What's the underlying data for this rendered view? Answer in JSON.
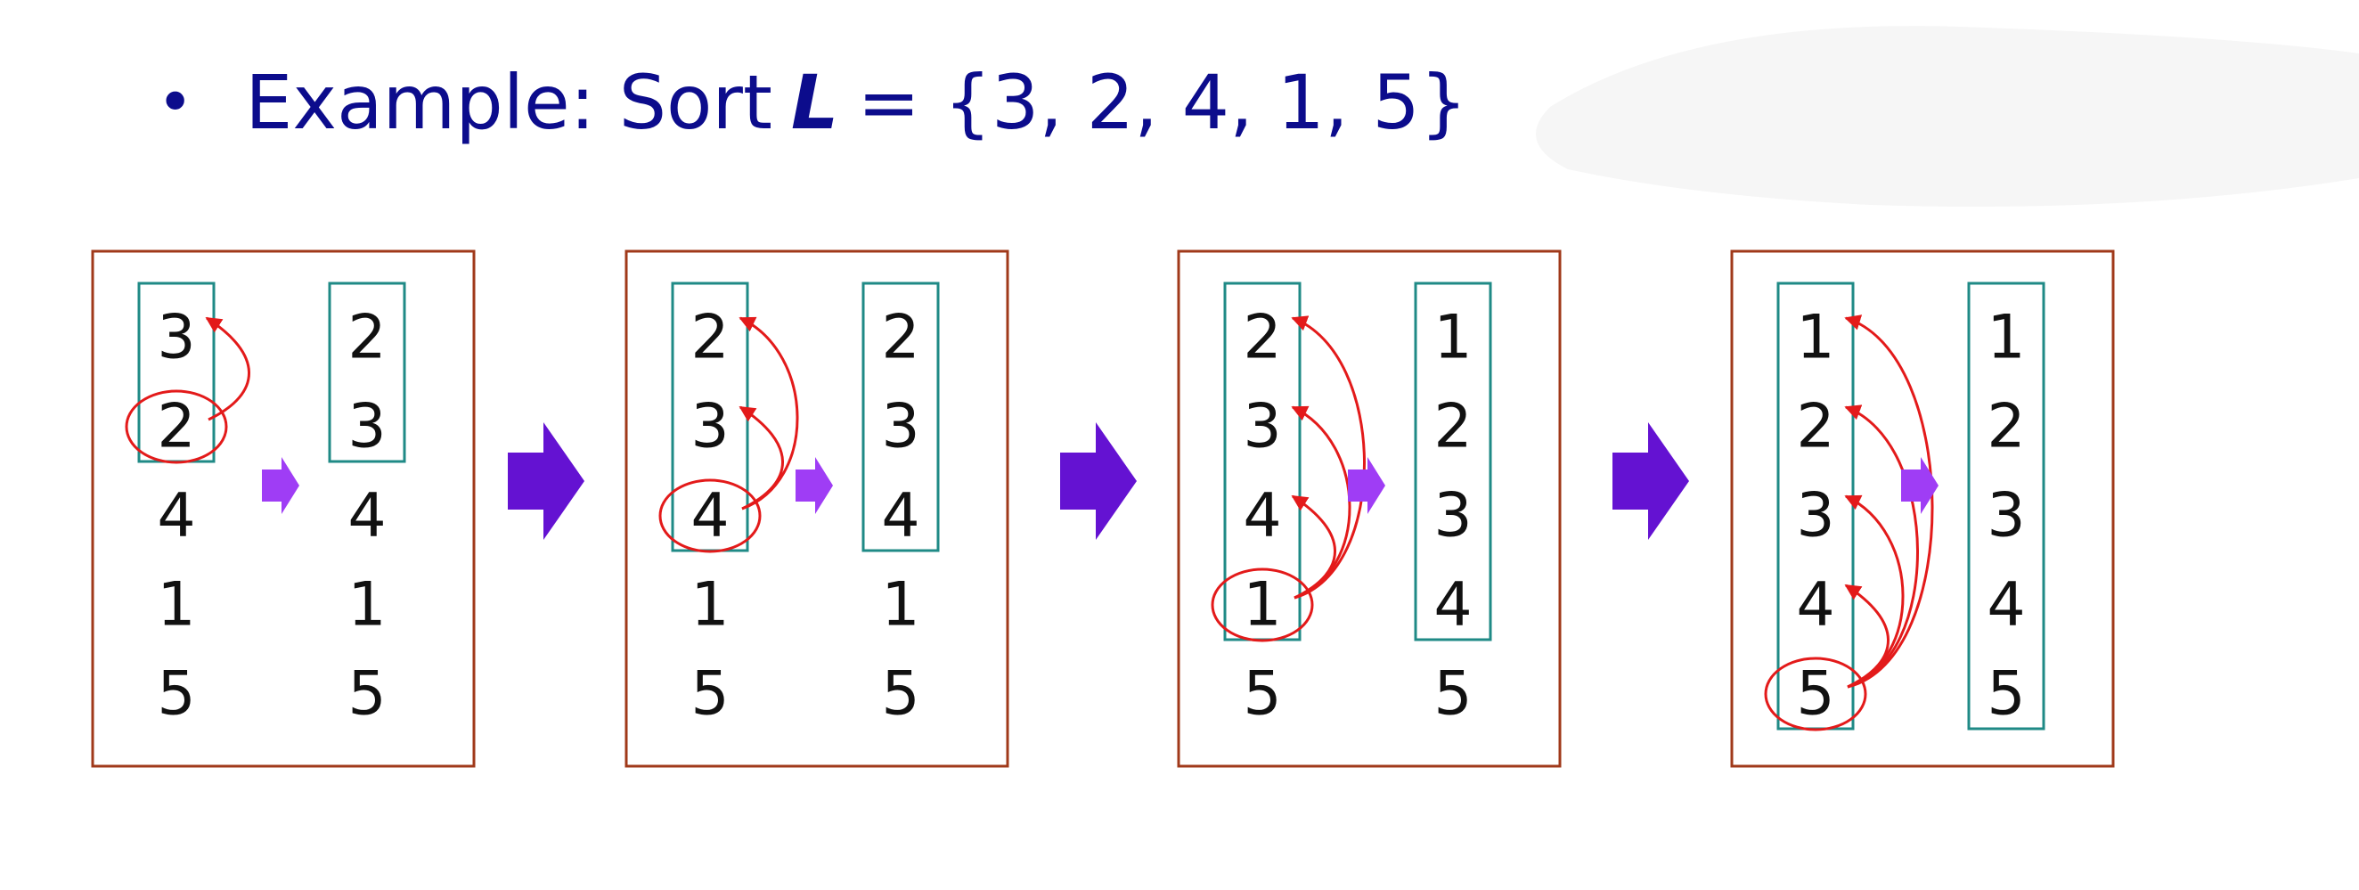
{
  "slide": {
    "bullet": "•",
    "title_prefix": "Example: Sort",
    "title_var": "L",
    "title_suffix": "= {3, 2, 4, 1, 5}"
  },
  "colors": {
    "title": "#0c0c8c",
    "panel_border": "#a0391a",
    "sorted_box": "#1f8a86",
    "circle_and_arrows": "#e31a1a",
    "small_arrow": "#9f3df5",
    "big_arrow": "#6412d2"
  },
  "steps": [
    {
      "before": [
        "3",
        "2",
        "4",
        "1",
        "5"
      ],
      "after": [
        "2",
        "3",
        "4",
        "1",
        "5"
      ],
      "sorted_count": 2,
      "circled_index": 1
    },
    {
      "before": [
        "2",
        "3",
        "4",
        "1",
        "5"
      ],
      "after": [
        "2",
        "3",
        "4",
        "1",
        "5"
      ],
      "sorted_count": 3,
      "circled_index": 2
    },
    {
      "before": [
        "2",
        "3",
        "4",
        "1",
        "5"
      ],
      "after": [
        "1",
        "2",
        "3",
        "4",
        "5"
      ],
      "sorted_count": 4,
      "circled_index": 3
    },
    {
      "before": [
        "1",
        "2",
        "3",
        "4",
        "5"
      ],
      "after": [
        "1",
        "2",
        "3",
        "4",
        "5"
      ],
      "sorted_count": 5,
      "circled_index": 4
    }
  ]
}
